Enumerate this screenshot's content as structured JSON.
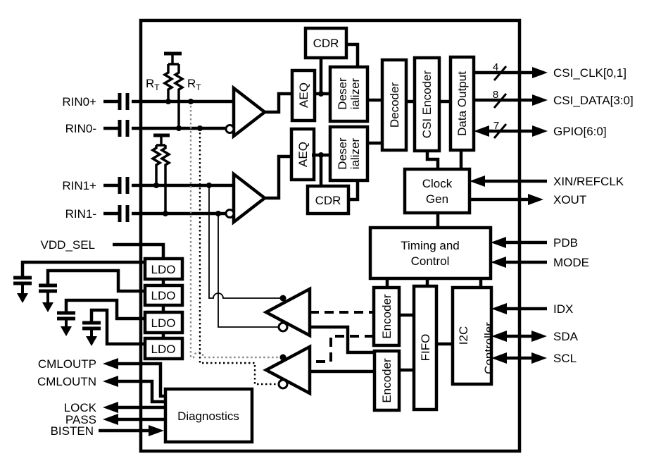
{
  "chip": {
    "blocks": {
      "cdr_top": "CDR",
      "cdr_bottom": "CDR",
      "aeq_top": "AEQ",
      "aeq_bottom": "AEQ",
      "deser_top": {
        "line1": "Deser",
        "line2": "ializer"
      },
      "deser_bottom": {
        "line1": "Deser",
        "line2": "ializer"
      },
      "decoder": "Decoder",
      "csi_encoder": "CSI Encoder",
      "data_output": "Data Output",
      "clock_gen": {
        "line1": "Clock",
        "line2": "Gen"
      },
      "timing_control": {
        "line1": "Timing and",
        "line2": "Control"
      },
      "encoder_top": "Encoder",
      "encoder_bottom": "Encoder",
      "fifo": "FIFO",
      "i2c_controller": {
        "line1": "I2C",
        "line2": "Controller"
      },
      "ldo1": "LDO",
      "ldo2": "LDO",
      "ldo3": "LDO",
      "ldo4": "LDO",
      "diagnostics": "Diagnostics"
    },
    "termination": {
      "rt_left": {
        "base": "R",
        "sub": "T"
      },
      "rt_right": {
        "base": "R",
        "sub": "T"
      }
    },
    "pins": {
      "left": [
        {
          "label": "RIN0+",
          "dir": "in"
        },
        {
          "label": "RIN0-",
          "dir": "in"
        },
        {
          "label": "RIN1+",
          "dir": "in"
        },
        {
          "label": "RIN1-",
          "dir": "in"
        },
        {
          "label": "VDD_SEL",
          "dir": "in"
        },
        {
          "label": "CMLOUTP",
          "dir": "out"
        },
        {
          "label": "CMLOUTN",
          "dir": "out"
        },
        {
          "label": "LOCK",
          "dir": "out"
        },
        {
          "label": "PASS",
          "dir": "out"
        },
        {
          "label": "BISTEN",
          "dir": "in"
        }
      ],
      "right": [
        {
          "label": "CSI_CLK[0,1]",
          "bus": "4",
          "dir": "out"
        },
        {
          "label": "CSI_DATA[3:0]",
          "bus": "8",
          "dir": "out"
        },
        {
          "label": "GPIO[6:0]",
          "bus": "7",
          "dir": "bidir"
        },
        {
          "label": "XIN/REFCLK",
          "dir": "in"
        },
        {
          "label": "XOUT",
          "dir": "out"
        },
        {
          "label": "PDB",
          "dir": "in"
        },
        {
          "label": "MODE",
          "dir": "in"
        },
        {
          "label": "IDX",
          "dir": "in"
        },
        {
          "label": "SDA",
          "dir": "bidir"
        },
        {
          "label": "SCL",
          "dir": "bidir"
        }
      ]
    }
  }
}
